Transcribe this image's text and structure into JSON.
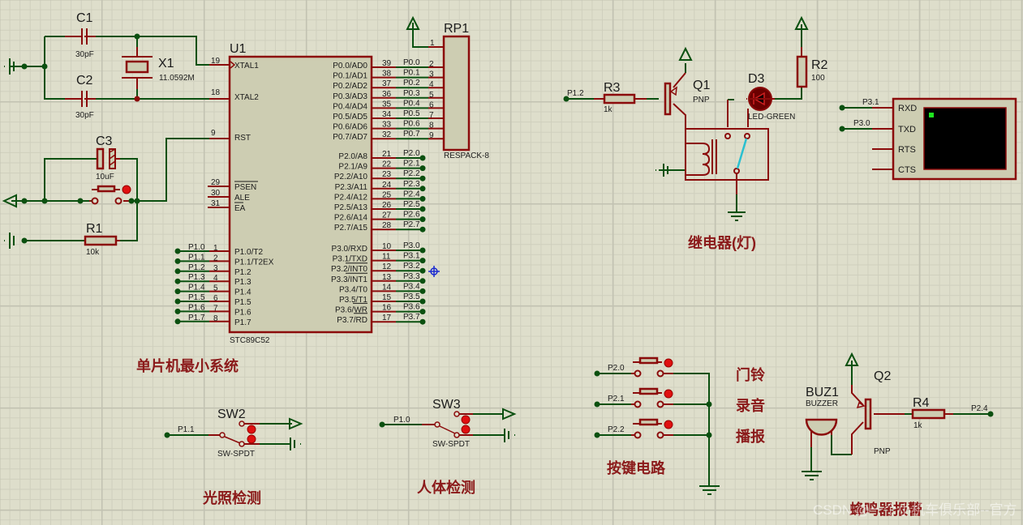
{
  "schematic": {
    "colors": {
      "wire": "#0b5010",
      "pin": "#8b0b0b",
      "body": "#cdcdb2",
      "label": "#8b1a1a",
      "led_on": "#1ee61e",
      "switch_arm": "#2ac0d0",
      "probe": "#1a2ad0"
    },
    "u1": {
      "ref": "U1",
      "part": "STC89C52",
      "left_pins": [
        {
          "num": "19",
          "name": "XTAL1"
        },
        {
          "num": "18",
          "name": "XTAL2"
        },
        {
          "num": "9",
          "name": "RST"
        },
        {
          "num": "29",
          "name": "PSEN"
        },
        {
          "num": "30",
          "name": "ALE"
        },
        {
          "num": "31",
          "name": "EA"
        }
      ],
      "p1_pins": [
        {
          "num": "1",
          "name": "P1.0/T2",
          "net": "P1.0"
        },
        {
          "num": "2",
          "name": "P1.1/T2EX",
          "net": "P1.1"
        },
        {
          "num": "3",
          "name": "P1.2",
          "net": "P1.2"
        },
        {
          "num": "4",
          "name": "P1.3",
          "net": "P1.3"
        },
        {
          "num": "5",
          "name": "P1.4",
          "net": "P1.4"
        },
        {
          "num": "6",
          "name": "P1.5",
          "net": "P1.5"
        },
        {
          "num": "7",
          "name": "P1.6",
          "net": "P1.6"
        },
        {
          "num": "8",
          "name": "P1.7",
          "net": "P1.7"
        }
      ],
      "p0_pins": [
        {
          "num": "39",
          "name": "P0.0/AD0",
          "net": "P0.0"
        },
        {
          "num": "38",
          "name": "P0.1/AD1",
          "net": "P0.1"
        },
        {
          "num": "37",
          "name": "P0.2/AD2",
          "net": "P0.2"
        },
        {
          "num": "36",
          "name": "P0.3/AD3",
          "net": "P0.3"
        },
        {
          "num": "35",
          "name": "P0.4/AD4",
          "net": "P0.4"
        },
        {
          "num": "34",
          "name": "P0.5/AD5",
          "net": "P0.5"
        },
        {
          "num": "33",
          "name": "P0.6/AD6",
          "net": "P0.6"
        },
        {
          "num": "32",
          "name": "P0.7/AD7",
          "net": "P0.7"
        }
      ],
      "p2_pins": [
        {
          "num": "21",
          "name": "P2.0/A8",
          "net": "P2.0"
        },
        {
          "num": "22",
          "name": "P2.1/A9",
          "net": "P2.1"
        },
        {
          "num": "23",
          "name": "P2.2/A10",
          "net": "P2.2"
        },
        {
          "num": "24",
          "name": "P2.3/A11",
          "net": "P2.3"
        },
        {
          "num": "25",
          "name": "P2.4/A12",
          "net": "P2.4"
        },
        {
          "num": "26",
          "name": "P2.5/A13",
          "net": "P2.5"
        },
        {
          "num": "27",
          "name": "P2.6/A14",
          "net": "P2.6"
        },
        {
          "num": "28",
          "name": "P2.7/A15",
          "net": "P2.7"
        }
      ],
      "p3_pins": [
        {
          "num": "10",
          "name": "P3.0/RXD",
          "net": "P3.0"
        },
        {
          "num": "11",
          "name": "P3.1/TXD",
          "net": "P3.1"
        },
        {
          "num": "12",
          "name": "P3.2/INT0",
          "net": "P3.2"
        },
        {
          "num": "13",
          "name": "P3.3/INT1",
          "net": "P3.3"
        },
        {
          "num": "14",
          "name": "P3.4/T0",
          "net": "P3.4"
        },
        {
          "num": "15",
          "name": "P3.5/T1",
          "net": "P3.5"
        },
        {
          "num": "16",
          "name": "P3.6/WR",
          "net": "P3.6"
        },
        {
          "num": "17",
          "name": "P3.7/RD",
          "net": "P3.7"
        }
      ]
    },
    "rp1": {
      "ref": "RP1",
      "part": "RESPACK-8",
      "pin_nums": [
        "1",
        "2",
        "3",
        "4",
        "5",
        "6",
        "7",
        "8",
        "9"
      ]
    },
    "c1": {
      "ref": "C1",
      "value": "30pF"
    },
    "c2": {
      "ref": "C2",
      "value": "30pF"
    },
    "c3": {
      "ref": "C3",
      "value": "10uF"
    },
    "x1": {
      "ref": "X1",
      "value": "11.0592M"
    },
    "r1": {
      "ref": "R1",
      "value": "10k"
    },
    "r2": {
      "ref": "R2",
      "value": "100"
    },
    "r3": {
      "ref": "R3",
      "value": "1k",
      "net": "P1.2"
    },
    "r4": {
      "ref": "R4",
      "value": "1k",
      "net": "P2.4"
    },
    "q1": {
      "ref": "Q1",
      "type": "PNP"
    },
    "q2": {
      "ref": "Q2",
      "type": "PNP"
    },
    "d3": {
      "ref": "D3",
      "part": "LED-GREEN"
    },
    "buz1": {
      "ref": "BUZ1",
      "part": "BUZZER"
    },
    "terminal": {
      "pins": [
        "RXD",
        "TXD",
        "RTS",
        "CTS"
      ],
      "nets": [
        "P3.1",
        "P3.0"
      ]
    },
    "sw2": {
      "ref": "SW2",
      "part": "SW-SPDT",
      "net": "P1.1"
    },
    "sw3": {
      "ref": "SW3",
      "part": "SW-SPDT",
      "net": "P1.0"
    },
    "buttons": [
      {
        "net": "P2.0"
      },
      {
        "net": "P2.1"
      },
      {
        "net": "P2.2"
      }
    ],
    "section_labels": {
      "mcu": "单片机最小系统",
      "relay": "继电器(灯)",
      "light": "光照检测",
      "human": "人体检测",
      "keys": "按键电路",
      "buzzer": "蜂鸣器报警",
      "doorbell": "门铃",
      "record": "录音",
      "playback": "播报"
    },
    "watermark": "CSDN @一个小机车俱乐部--官方"
  }
}
